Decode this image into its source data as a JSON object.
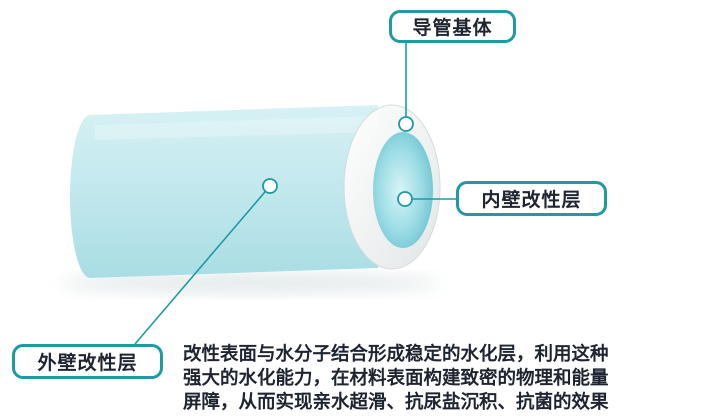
{
  "labels": {
    "base": "导管基体",
    "inner": "内壁改性层",
    "outer": "外壁改性层"
  },
  "description": {
    "lines": [
      "改性表面与水分子结合形成稳定的水化层，利用这种",
      "强大的水化能力，在材料表面构建致密的物理和能量",
      "屏障，从而实现亲水超滑、抗尿盐沉积、抗菌的效果"
    ]
  },
  "colors": {
    "accent": "#1f9aa3",
    "outer_layer": "#bfe7ec",
    "base_ring": "#f2f3f3",
    "inner_layer": "#7ccfda",
    "text": "#1e2430"
  }
}
